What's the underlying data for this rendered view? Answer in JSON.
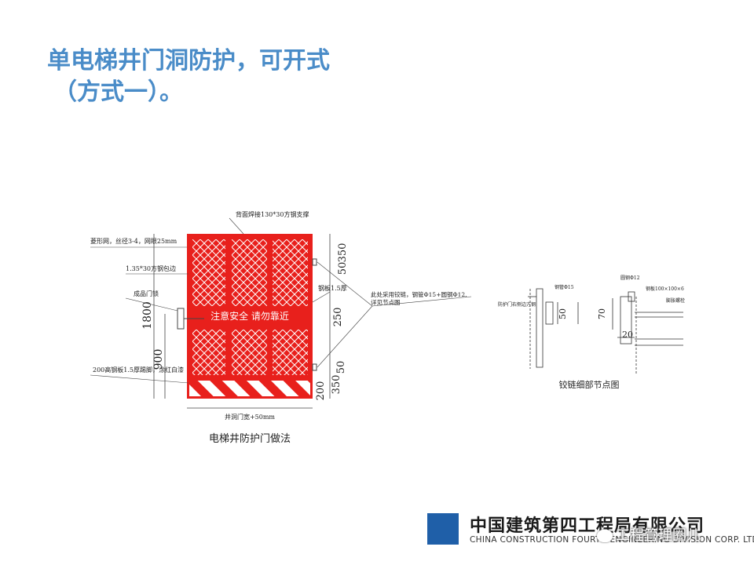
{
  "title": {
    "line1": "单电梯井门洞防护，可开式",
    "line2": "（方式一）。"
  },
  "door": {
    "sign": "注意安全  请勿靠近",
    "caption": "电梯井防护门做法",
    "width_label": "井洞门宽+50mm",
    "dims_left": [
      "1800",
      "900"
    ],
    "dims_right": [
      "350",
      "50",
      "250",
      "50",
      "350",
      "200"
    ],
    "notes": {
      "top": "背面焊接130*30方钢支撑",
      "mesh": "菱形网，丝径3-4，网眼25mm",
      "frame": "1.35*30方钢包边",
      "lock": "成品门锁",
      "kick": "200高钢板1.5厚踢脚，涂红白漆",
      "plate": "钢板1.5厚",
      "hinge_l1": "此处采用铰链，钢管Φ15+圆钢Φ12,",
      "hinge_l2": "详见节点图"
    }
  },
  "detail": {
    "caption": "铰链细部节点图",
    "labels": {
      "pipe": "钢管Φ15",
      "edge": "防护门右侧边方钢",
      "round": "圆钢Φ12",
      "plate": "钢板100×100×6",
      "bolt": "膨胀螺栓"
    },
    "dims": [
      "50",
      "70",
      "20"
    ]
  },
  "footer": {
    "cn_name": "中国建筑第四工程局有限公司",
    "en_name": "CHINA CONSTRUCTION FOURTH ENGINEERING DIVISION CORP. LTD",
    "watermark": "工程管理圈儿"
  },
  "colors": {
    "title": "#4a8cc8",
    "door_red": "#e8201c",
    "logo_blue": "#1f5fa8"
  }
}
